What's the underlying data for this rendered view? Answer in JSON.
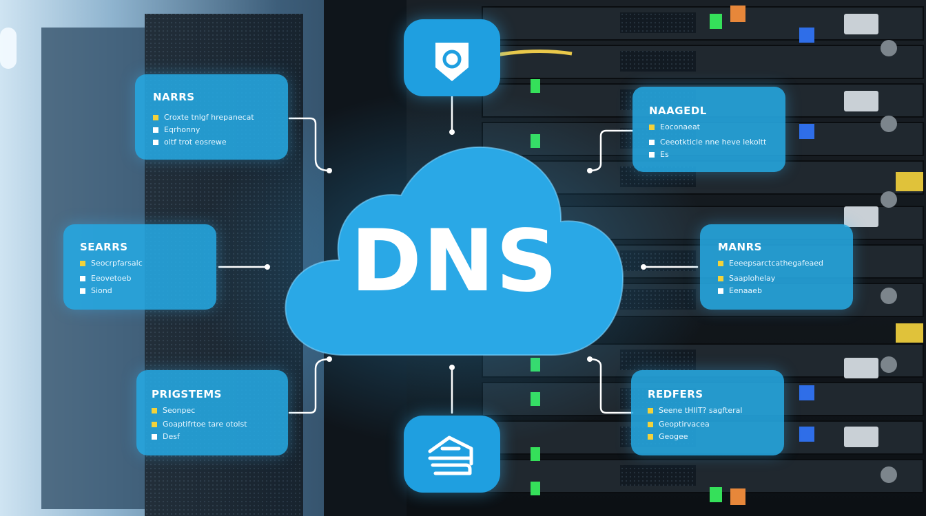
{
  "colors": {
    "panel": "#26a8e2",
    "cloud": "#2aa8e6",
    "connector": "#ffffff",
    "bullet_yellow": "#f2d23a",
    "bullet_white": "#ffffff",
    "led_green": "#35e05a",
    "led_blue": "#2f6ee8",
    "led_orange": "#e7873a"
  },
  "center": {
    "label": "DNS",
    "icon": "cloud-icon"
  },
  "top_icon": "shield-lock-icon",
  "bottom_icon": "home-network-icon",
  "panels": {
    "top_left": {
      "title": "NARRS",
      "rows": [
        "Croxte tnlgf hrepanecat",
        "Eqrhonny",
        "oltf trot eosrewe"
      ]
    },
    "mid_left": {
      "title": "SEARRS",
      "rows": [
        "Seocrpfarsalc",
        "Eeovetoeb",
        "Siond"
      ]
    },
    "bottom_left": {
      "title": "PRIGSTEMS",
      "rows": [
        "Seonpec",
        "Goaptifrtoe tare otolst",
        "Desf"
      ]
    },
    "top_right": {
      "title": "NAAGEDL",
      "rows": [
        "Eoconaeat",
        "Ceeotkticle nne heve lekoltt",
        "Es"
      ]
    },
    "mid_right": {
      "title": "MANRS",
      "rows": [
        "Eeeepsarctcathegafeaed",
        "Saaplohelay",
        "Eenaaeb"
      ]
    },
    "bottom_right": {
      "title": "REDFERS",
      "rows": [
        "Seene tHIIT? sagfteral",
        "Geoptirvacea",
        "Geogee"
      ]
    }
  }
}
